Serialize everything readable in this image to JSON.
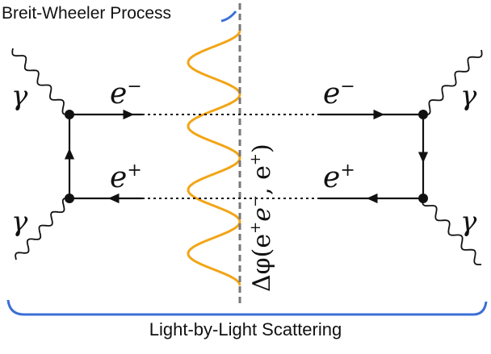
{
  "diagram": {
    "title": "Breit-Wheeler Process",
    "bottom_label": "Light-by-Light Scattering",
    "photon_symbol": "γ",
    "electron_symbol": "e",
    "electron_sign": "−",
    "positron_symbol": "e",
    "positron_sign": "+",
    "phase_label_main": "Δφ(e",
    "phase_label_sup1": "+",
    "phase_label_mid": "e",
    "phase_label_sup2": "−",
    "phase_label_tail": ", e",
    "phase_label_sup3": "+",
    "phase_label_close": ")",
    "colors": {
      "wave": "#f2a516",
      "brace": "#3b6fd6",
      "line": "#111111",
      "divider": "#777777"
    }
  }
}
